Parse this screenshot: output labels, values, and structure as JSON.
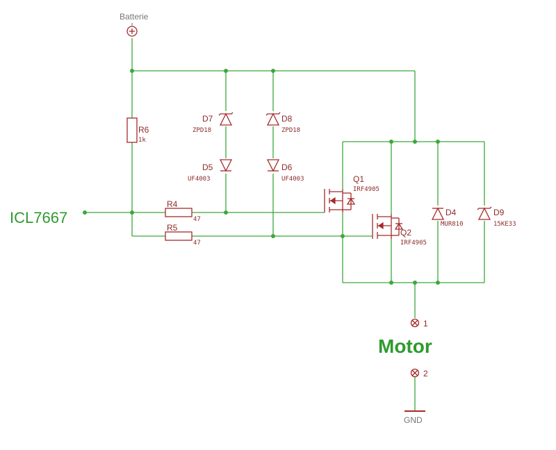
{
  "nets": {
    "battery": "Batterie",
    "input": "ICL7667",
    "motor": "Motor",
    "ground": "GND"
  },
  "components": {
    "R4": {
      "name": "R4",
      "value": "47"
    },
    "R5": {
      "name": "R5",
      "value": "47"
    },
    "R6": {
      "name": "R6",
      "value": "1k"
    },
    "D4": {
      "name": "D4",
      "value": "MUR810"
    },
    "D5": {
      "name": "D5",
      "value": "UF4003"
    },
    "D6": {
      "name": "D6",
      "value": "UF4003"
    },
    "D7": {
      "name": "D7",
      "value": "ZPD18"
    },
    "D8": {
      "name": "D8",
      "value": "ZPD18"
    },
    "D9": {
      "name": "D9",
      "value": "15KE33"
    },
    "Q1": {
      "name": "Q1",
      "value": "IRF4905"
    },
    "Q2": {
      "name": "Q2",
      "value": "IRF4905"
    }
  },
  "motor_pins": {
    "pin1": "1",
    "pin2": "2"
  },
  "colors": {
    "wire": "#3ca83c",
    "component": "#a52a2a",
    "net_label": "#2e9a2e",
    "supply": "#777777"
  }
}
